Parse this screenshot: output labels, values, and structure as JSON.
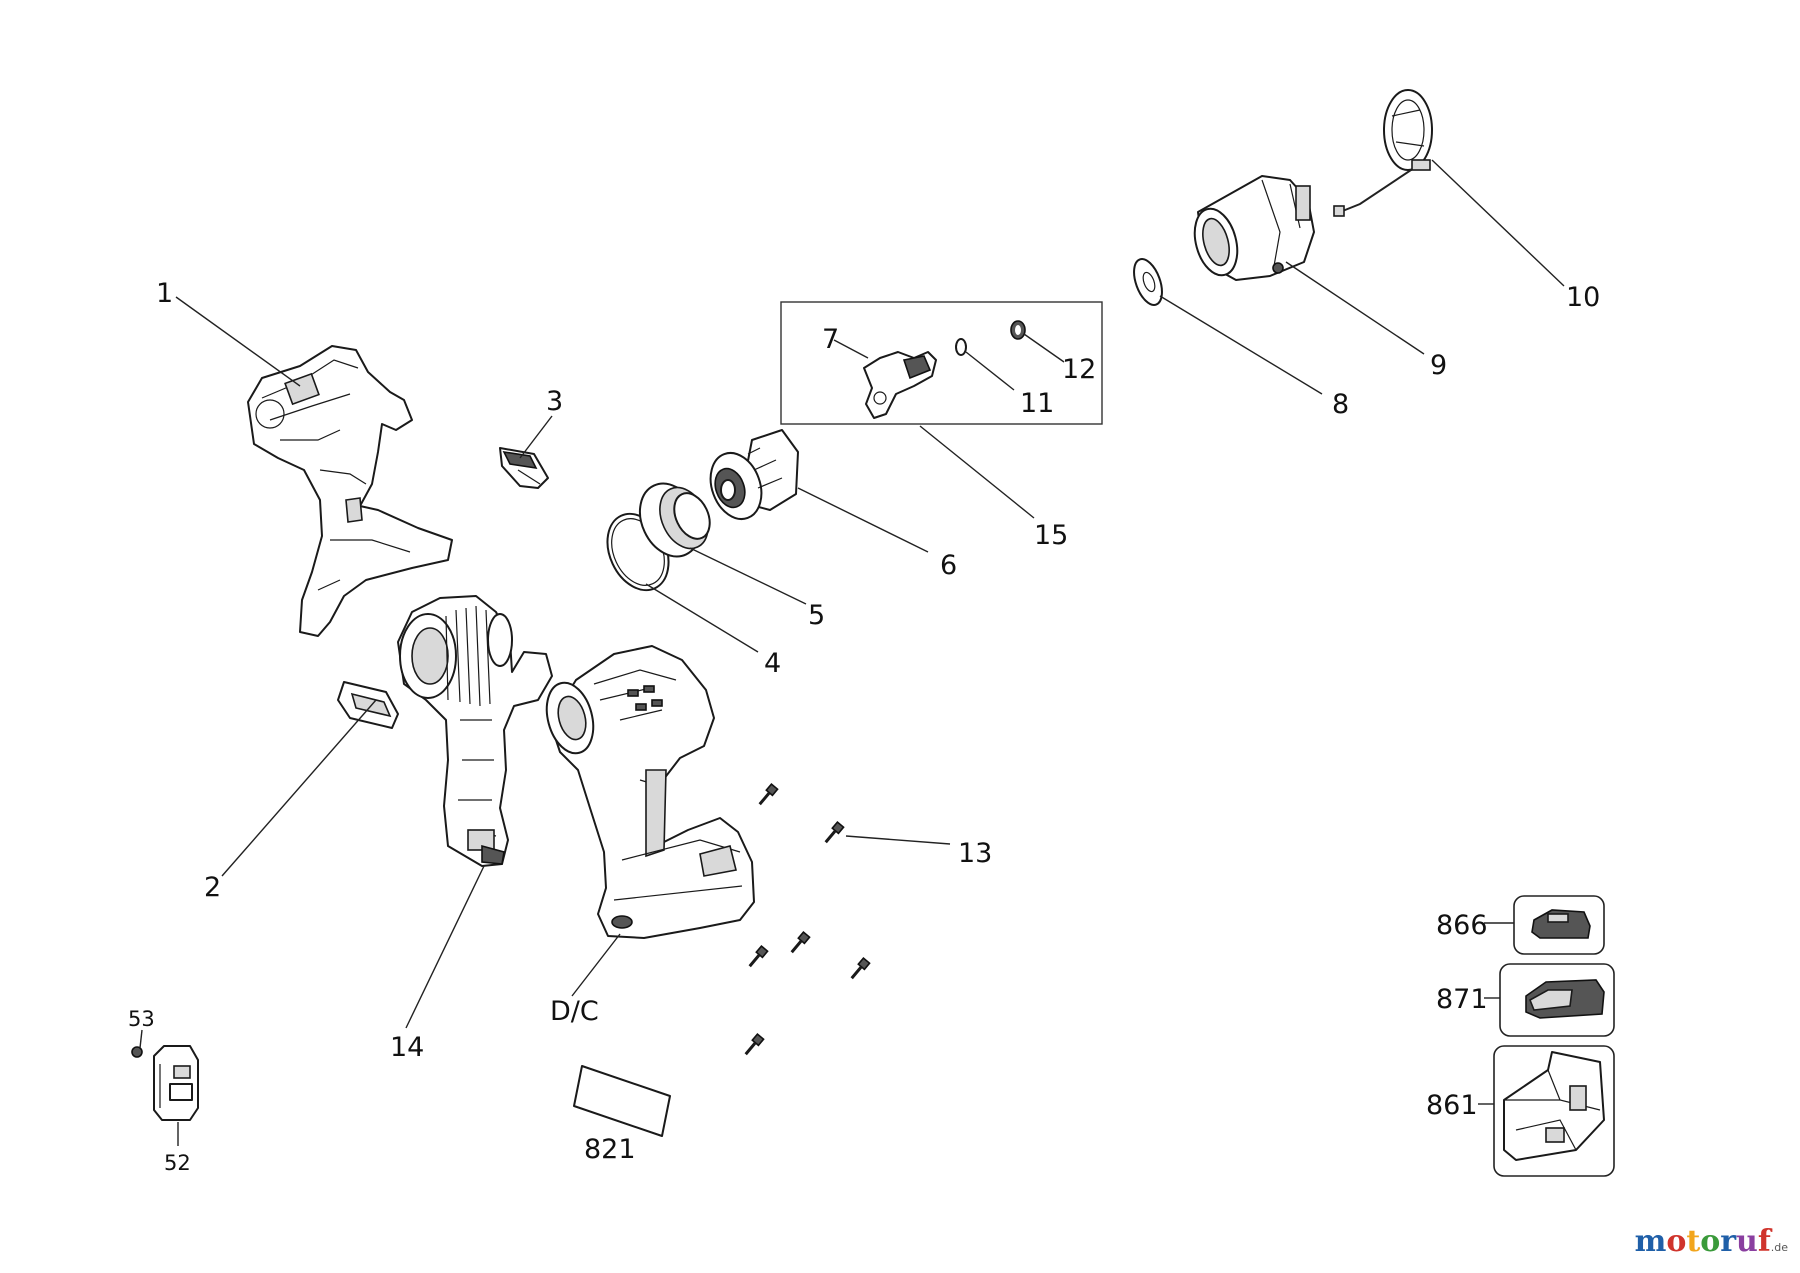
{
  "labels": {
    "p1": "1",
    "p2": "2",
    "p3": "3",
    "p4": "4",
    "p5": "5",
    "p6": "6",
    "p7": "7",
    "p8": "8",
    "p9": "9",
    "p10": "10",
    "p11": "11",
    "p12": "12",
    "p13": "13",
    "p14": "14",
    "p15": "15",
    "dc": "D/C",
    "p52": "52",
    "p53": "53",
    "p821": "821",
    "p861": "861",
    "p866": "866",
    "p871": "871"
  },
  "watermark": {
    "text": "motoruf",
    "suffix": ".de",
    "colors": [
      "#1f5fa8",
      "#d0342c",
      "#f2a51c",
      "#3a9a3a",
      "#1f5fa8",
      "#8a3fa0",
      "#d0342c"
    ]
  }
}
